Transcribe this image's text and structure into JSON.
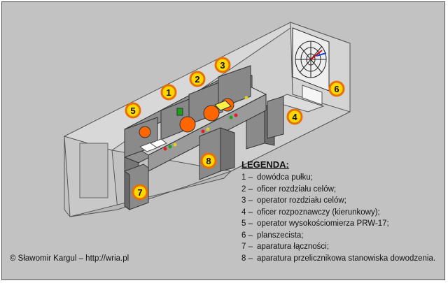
{
  "badges": [
    "1",
    "2",
    "3",
    "4",
    "5",
    "6",
    "7",
    "8"
  ],
  "legend": {
    "title": "LEGENDA:",
    "items": [
      {
        "num": "1 –",
        "text": "dowódca pułku;"
      },
      {
        "num": "2 –",
        "text": "oficer rozdziału celów;"
      },
      {
        "num": "3 –",
        "text": "operator rozdziału celów;"
      },
      {
        "num": "4 –",
        "text": "oficer rozpoznawczy (kierunkowy);"
      },
      {
        "num": "5 –",
        "text": "operator wysokościomierza PRW-17;"
      },
      {
        "num": "6 –",
        "text": "planszecista;"
      },
      {
        "num": "7 –",
        "text": "aparatura łączności;"
      },
      {
        "num": "8 –",
        "text": "aparatura przelicznikowa stanowiska dowodzenia."
      }
    ]
  },
  "copyright": "© Sławomir Kargul – http://wria.pl",
  "colors": {
    "badge_fill": "#ffd700",
    "badge_ring": "#e87000",
    "scope": "#ff6600",
    "cabinet": "#888888",
    "wall": "#bdbdbd"
  }
}
